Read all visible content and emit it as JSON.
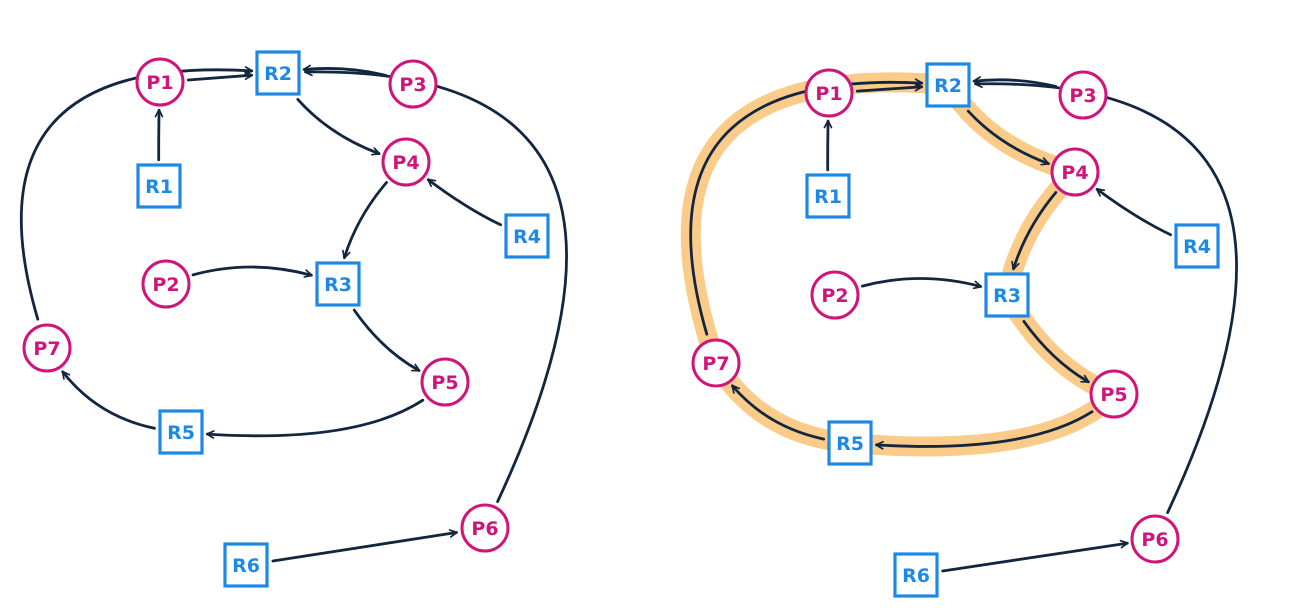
{
  "colors": {
    "process": "#d0157a",
    "resource": "#1e88e5",
    "edge": "#12263f",
    "highlight": "#f6a93b"
  },
  "panels": [
    {
      "id": "left",
      "nodes": [
        {
          "id": "P1",
          "type": "process",
          "label": "P1"
        },
        {
          "id": "P2",
          "type": "process",
          "label": "P2"
        },
        {
          "id": "P3",
          "type": "process",
          "label": "P3"
        },
        {
          "id": "P4",
          "type": "process",
          "label": "P4"
        },
        {
          "id": "P5",
          "type": "process",
          "label": "P5"
        },
        {
          "id": "P6",
          "type": "process",
          "label": "P6"
        },
        {
          "id": "P7",
          "type": "process",
          "label": "P7"
        },
        {
          "id": "R1",
          "type": "resource",
          "label": "R1"
        },
        {
          "id": "R2",
          "type": "resource",
          "label": "R2"
        },
        {
          "id": "R3",
          "type": "resource",
          "label": "R3"
        },
        {
          "id": "R4",
          "type": "resource",
          "label": "R4"
        },
        {
          "id": "R5",
          "type": "resource",
          "label": "R5"
        },
        {
          "id": "R6",
          "type": "resource",
          "label": "R6"
        }
      ],
      "edges": [
        {
          "from": "R1",
          "to": "P1"
        },
        {
          "from": "P1",
          "to": "R2"
        },
        {
          "from": "P3",
          "to": "R2"
        },
        {
          "from": "R2",
          "to": "P4"
        },
        {
          "from": "R4",
          "to": "P4"
        },
        {
          "from": "P4",
          "to": "R3"
        },
        {
          "from": "P2",
          "to": "R3"
        },
        {
          "from": "R3",
          "to": "P5"
        },
        {
          "from": "P5",
          "to": "R5"
        },
        {
          "from": "R5",
          "to": "P7"
        },
        {
          "from": "P7",
          "to": "R2"
        },
        {
          "from": "R6",
          "to": "P6"
        },
        {
          "from": "P6",
          "to": "R2"
        }
      ],
      "cycle": []
    },
    {
      "id": "right",
      "nodes": [
        {
          "id": "P1",
          "type": "process",
          "label": "P1"
        },
        {
          "id": "P2",
          "type": "process",
          "label": "P2"
        },
        {
          "id": "P3",
          "type": "process",
          "label": "P3"
        },
        {
          "id": "P4",
          "type": "process",
          "label": "P4"
        },
        {
          "id": "P5",
          "type": "process",
          "label": "P5"
        },
        {
          "id": "P6",
          "type": "process",
          "label": "P6"
        },
        {
          "id": "P7",
          "type": "process",
          "label": "P7"
        },
        {
          "id": "R1",
          "type": "resource",
          "label": "R1"
        },
        {
          "id": "R2",
          "type": "resource",
          "label": "R2"
        },
        {
          "id": "R3",
          "type": "resource",
          "label": "R3"
        },
        {
          "id": "R4",
          "type": "resource",
          "label": "R4"
        },
        {
          "id": "R5",
          "type": "resource",
          "label": "R5"
        },
        {
          "id": "R6",
          "type": "resource",
          "label": "R6"
        }
      ],
      "edges": [
        {
          "from": "R1",
          "to": "P1"
        },
        {
          "from": "P1",
          "to": "R2"
        },
        {
          "from": "P3",
          "to": "R2"
        },
        {
          "from": "R2",
          "to": "P4"
        },
        {
          "from": "R4",
          "to": "P4"
        },
        {
          "from": "P4",
          "to": "R3"
        },
        {
          "from": "P2",
          "to": "R3"
        },
        {
          "from": "R3",
          "to": "P5"
        },
        {
          "from": "P5",
          "to": "R5"
        },
        {
          "from": "R5",
          "to": "P7"
        },
        {
          "from": "P7",
          "to": "R2"
        },
        {
          "from": "R6",
          "to": "P6"
        },
        {
          "from": "P6",
          "to": "R2"
        }
      ],
      "cycle": [
        "R2",
        "P4",
        "R3",
        "P5",
        "R5",
        "P7"
      ]
    }
  ]
}
